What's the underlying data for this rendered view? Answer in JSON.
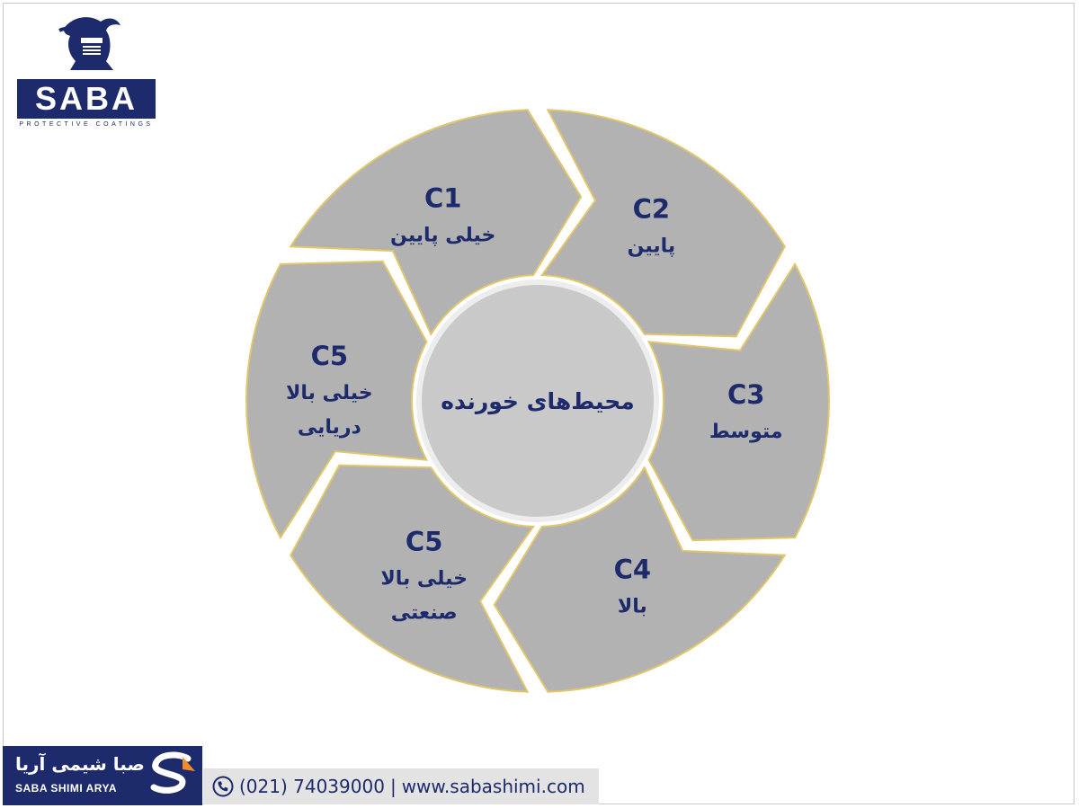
{
  "brand": {
    "name": "SABA",
    "tagline": "PROTECTIVE COATINGS"
  },
  "diagram": {
    "center_label": "محیط‌های خورنده",
    "segments": [
      {
        "code": "C1",
        "lines": [
          "خیلی پایین"
        ]
      },
      {
        "code": "C2",
        "lines": [
          "پایین"
        ]
      },
      {
        "code": "C3",
        "lines": [
          "متوسط"
        ]
      },
      {
        "code": "C4",
        "lines": [
          "بالا"
        ]
      },
      {
        "code": "C5",
        "lines": [
          "خیلی بالا",
          "صنعتی"
        ]
      },
      {
        "code": "C5",
        "lines": [
          "خیلی بالا",
          "دریایی"
        ]
      }
    ],
    "colors": {
      "segment_fill": "#b2b2b2",
      "segment_stroke": "#e2c76a",
      "center_fill": "#c9c9c9",
      "text": "#1d2a6b"
    }
  },
  "footer": {
    "company_fa": "صبا شیمی آریا",
    "company_en": "SABA SHIMI ARYA",
    "phone_icon": "phone-icon",
    "phone": "(021) 74039000",
    "separator": "|",
    "website": "www.sabashimi.com",
    "brand_color": "#1d2a6b"
  }
}
